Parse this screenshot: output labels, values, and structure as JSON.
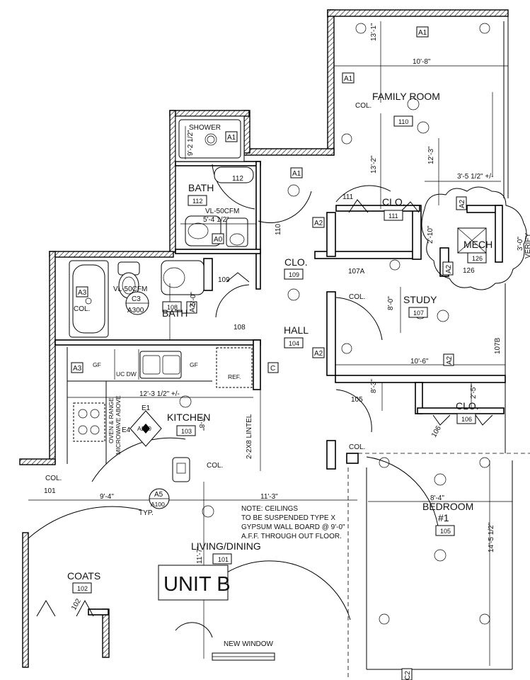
{
  "unit_label": "UNIT B",
  "note": {
    "line1": "NOTE: CEILINGS",
    "line2": "TO BE SUSPENDED  TYPE X",
    "line3": "GYPSUM WALL BOARD @ 9'-0\"",
    "line4": "A.F.F. THROUGH OUT FLOOR."
  },
  "rooms": {
    "family_room": {
      "name": "FAMILY ROOM",
      "number": "110"
    },
    "shower": {
      "name": "SHOWER"
    },
    "bath_upper": {
      "name": "BATH",
      "number": "112",
      "door": "112"
    },
    "clo_upper": {
      "name": "CLO.",
      "number": "111",
      "door": "111"
    },
    "mech": {
      "name": "MECH",
      "number": "126",
      "door": "126"
    },
    "clo_mid": {
      "name": "CLO.",
      "number": "109",
      "door": "109"
    },
    "bath_lower": {
      "name": "BATH",
      "number": "108",
      "door": "108"
    },
    "hall": {
      "name": "HALL",
      "number": "104"
    },
    "study": {
      "name": "STUDY",
      "number": "107",
      "door_a": "107A",
      "door_b": "107B"
    },
    "kitchen": {
      "name": "KITCHEN",
      "number": "103"
    },
    "clo_lower": {
      "name": "CLO.",
      "number": "106",
      "door": "106"
    },
    "bedroom": {
      "name": "BEDROOM",
      "name2": "#1",
      "number": "105",
      "door": "105"
    },
    "living": {
      "name": "LIVING/DINING",
      "number": "101",
      "door": "101"
    },
    "coats": {
      "name": "COATS",
      "number": "102",
      "door": "102"
    }
  },
  "dimensions": {
    "d1": "13'-1\"",
    "d2": "10'-8\"",
    "d3": "9'-2 1/2\"",
    "d4": "13'-2\"",
    "d5": "12'-3\"",
    "d6": "3'-5 1/2\" +/-",
    "d7": "5'-4 1/2\"",
    "d8": "2'-10\"",
    "d9": "3'-0\"",
    "d10": "5'-0\"",
    "d11": "8'-0\"",
    "d12": "10'-6\"",
    "d13": "12'-3 1/2\" +/-",
    "d14": "8'-3\"",
    "d15": "2'-5\"",
    "d16": "9'-4\"",
    "d17": "11'-3\"",
    "d18": "8'-4\"",
    "d19": "14'-5 1/2\"",
    "d20": "11'-7\"",
    "d21": "7'-8\"",
    "d22": "110",
    "verify": "VERIFY"
  },
  "labels": {
    "col": "COL.",
    "vl50_upper": "VL-50CFM",
    "vl50_lower": "VL-50CFM",
    "ucdw": "UC DW",
    "ref": "REF.",
    "oven1": "OVEN & RANGE",
    "oven2": "MICROWAVE ABOVE",
    "lintel": "2-2X8 LINTEL",
    "new_window": "NEW WINDOW",
    "typ": "TYP.",
    "gf": "GF"
  },
  "tags": {
    "a0": "A0",
    "a1": "A1",
    "a2": "A2",
    "a3": "A3",
    "c": "C",
    "c3_top": "C3",
    "c3_bot": "A300",
    "a5_top": "A5",
    "a5_bot": "A100",
    "e1": "E1",
    "e4": "E4",
    "a200": "A200",
    "c2": "C2"
  }
}
